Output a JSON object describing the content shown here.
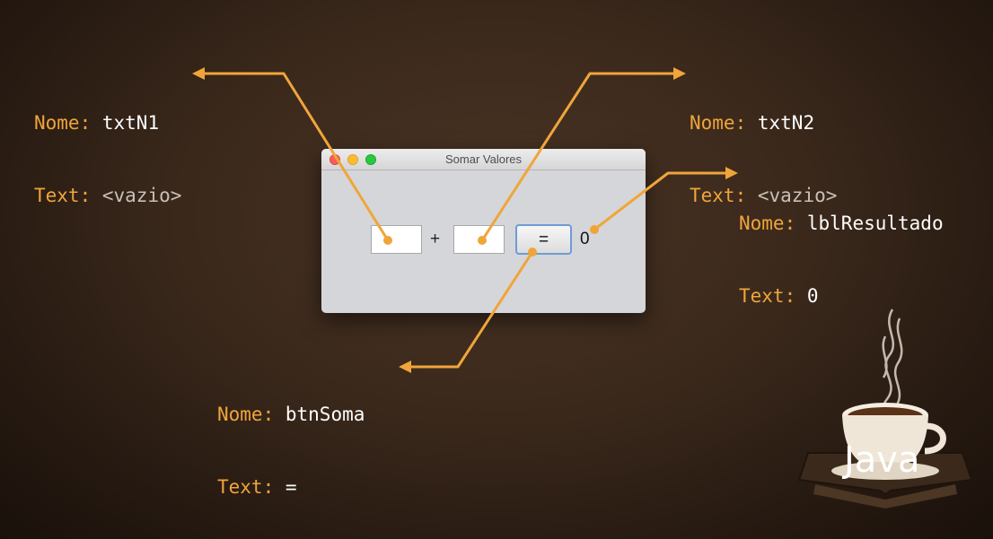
{
  "window": {
    "title": "Somar Valores",
    "plus_sign": "+",
    "button_label": "=",
    "result_label": "0",
    "txtN1_value": "",
    "txtN2_value": ""
  },
  "annotations": {
    "txtN1": {
      "nome_key": "Nome:",
      "nome_val": "txtN1",
      "text_key": "Text:",
      "text_val": "<vazio>"
    },
    "txtN2": {
      "nome_key": "Nome:",
      "nome_val": "txtN2",
      "text_key": "Text:",
      "text_val": "<vazio>"
    },
    "lblResultado": {
      "nome_key": "Nome:",
      "nome_val": "lblResultado",
      "text_key": "Text:",
      "text_val": "0"
    },
    "btnSoma": {
      "nome_key": "Nome:",
      "nome_val": "btnSoma",
      "text_key": "Text:",
      "text_val": "="
    }
  },
  "logo": {
    "text": "Java"
  },
  "colors": {
    "accent": "#f0a53a",
    "background": "#3a281b",
    "window_bg": "#d5d6da"
  }
}
